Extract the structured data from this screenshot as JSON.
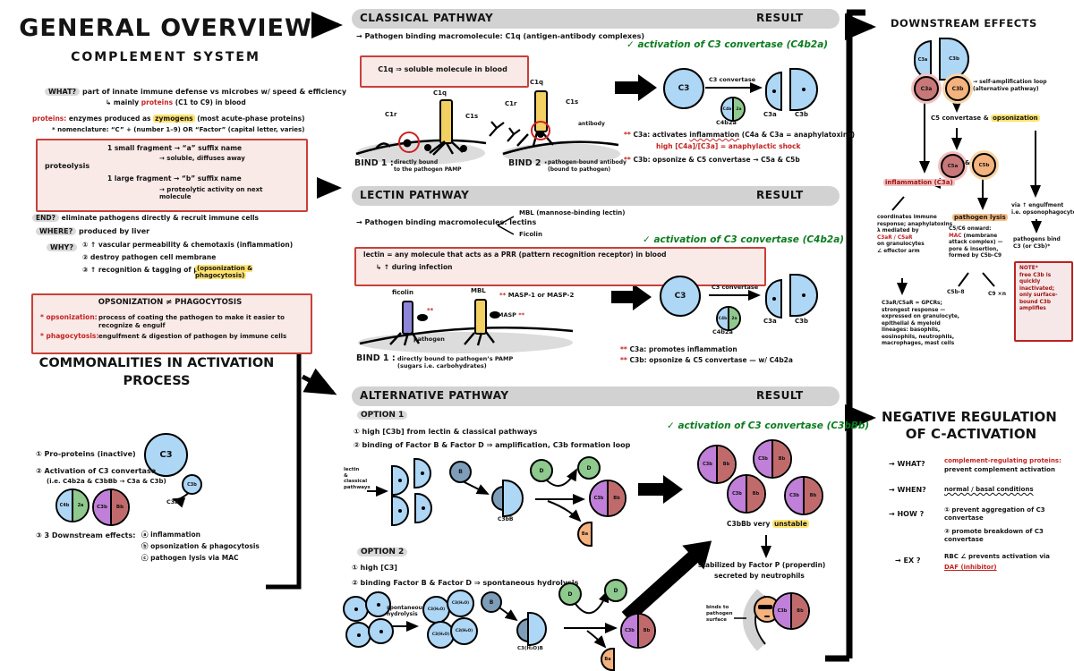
{
  "title": {
    "main": "GENERAL OVERVIEW",
    "sub": "COMPLEMENT SYSTEM"
  },
  "intro": {
    "what_q": "WHAT?",
    "what_a": "part of innate immune defense vs microbes w/ speed & efficiency",
    "what_b1": "↳ mainly",
    "what_b_red": "proteins",
    "what_b2": "(C1 to C9) in blood",
    "prot_red": "proteins:",
    "prot_a": "enzymes produced as",
    "prot_hl": "zymogens",
    "prot_b": "(most acute-phase proteins)",
    "nomen": "* nomenclature: “C” + (number 1–9)  OR  “Factor” (capital letter, varies)"
  },
  "proteo": {
    "root": "proteolysis",
    "s1": "1 small fragment → “a” suffix name",
    "s2": "→ soluble, diffuses away",
    "l1": "1 large fragment → “b” suffix name",
    "l2": "→ proteolytic activity on next molecule",
    "end_q": "END?",
    "end_a": "eliminate pathogens directly & recruit immune cells",
    "where_q": "WHERE?",
    "where_a": "produced by liver"
  },
  "why": {
    "q": "WHY?",
    "i1": "① ↑ vascular permeability & chemotaxis (inflammation)",
    "i2": "② destroy pathogen cell membrane",
    "i3": "③ ↑ recognition & tagging of pathogens",
    "i3_hl": "(opsonization & phagocytosis)"
  },
  "ovp": {
    "title": "OPSONIZATION ≠ PHAGOCYTOSIS",
    "t1": "* opsonization:",
    "d1": "process of coating the pathogen to make it easier to recognize & engulf",
    "t2": "* phagocytosis:",
    "d2": "engulfment & digestion of pathogen by immune cells"
  },
  "common": {
    "t1": "COMMONALITIES IN ACTIVATION",
    "t2": "PROCESS",
    "s1": "① Pro-proteins (inactive)",
    "s2a": "② Activation of C3 convertase",
    "s2b": "(i.e. C4b2a & C3bBb → C3a & C3b)",
    "s3": "③ 3 Downstream effects:",
    "a": "ⓐ inflammation",
    "b": "ⓑ opsonization & phagocytosis",
    "c": "ⓒ pathogen lysis via MAC"
  },
  "classical": {
    "bar": "CLASSICAL PATHWAY",
    "result": "RESULT",
    "intro": "→ Pathogen binding macromolecule: C1q  (antigen-antibody complexes)",
    "box": "C1q ⇒ soluble molecule in blood",
    "bind1": "BIND 1 :",
    "bind1_d1": "directly bound",
    "bind1_d2": "to the pathogen PAMP",
    "bind2": "BIND 2 ·",
    "bind2_d1": "pathogen-bound antibody",
    "bind2_d2": "(bound to pathogen)",
    "check": "✓ activation of C3 convertase (C4b2a)",
    "conv_label": "C3 convertase",
    "conv_name": "C4b2a",
    "stars": "**",
    "n1a": "C3a: activates",
    "n1_u": "inflammation",
    "n1b": "(C4a & C3a = anaphylatoxins)",
    "n1_red": "high [C4a]/[C3a] = anaphylactic shock",
    "n2": "C3b: opsonize & C5 convertase → C5a & C5b"
  },
  "lectin": {
    "bar": "LECTIN PATHWAY",
    "result": "RESULT",
    "intro": "→ Pathogen binding macromolecules:  lectins",
    "br1": "MBL (mannose-binding lectin)",
    "br2": "Ficolin",
    "box1": "lectin = any molecule that acts as a PRR (pattern recognition receptor) in blood",
    "box2": "↳ ↑ during infection",
    "ficolin": "ficolin",
    "mbl": "MBL",
    "stars": "**",
    "masp_note": "MASP-1 or MASP-2",
    "masp": "MASP",
    "pathogen": "pathogen",
    "bind1": "BIND 1 :",
    "bind1_d1": "directly bound to pathogen’s PAMP",
    "bind1_d2": "(sugars i.e. carbohydrates)",
    "check": "✓ activation of C3 convertase (C4b2a)",
    "conv_label": "C3 convertase",
    "conv_name": "C4b2a",
    "n1": "C3a: promotes inflammation",
    "n2": "C3b: opsonize & C5 convertase — w/ C4b2a"
  },
  "alt": {
    "bar": "ALTERNATIVE PATHWAY",
    "result": "RESULT",
    "opt1": "OPTION 1",
    "o1a": "① high [C3b] from lectin & classical pathways",
    "o1b": "② binding of Factor B & Factor D ⇒ amplification, C3b formation loop",
    "src1": "lectin",
    "src2": "&",
    "src3": "classical",
    "src4": "pathways",
    "c3bb": "C3bB",
    "opt2": "OPTION 2",
    "o2a": "① high [C3]",
    "o2b": "② binding Factor B & Factor D ⇒ spontaneous hydrolysis",
    "sp1": "spontaneous",
    "sp2": "hydrolysis",
    "c3h2ob": "C3(H₂O)B",
    "check": "✓ activation of C3 convertase (C3bBb)",
    "unst_a": "C3bBb very",
    "unst_hl": "unstable",
    "stab1": "stabilized by Factor P (properdin)",
    "stab2": "secreted by neutrophils",
    "binds1": "binds to",
    "binds2": "pathogen",
    "binds3": "surface"
  },
  "down": {
    "title": "DOWNSTREAM EFFECTS",
    "selfamp1": "→ self-amplification loop",
    "selfamp2": "(alternative pathway)",
    "c5conv": "C5 convertase",
    "amp": "&",
    "opson": "opsonization",
    "infl": "inflammation (C3a)",
    "L1": "coordinates immune",
    "L2": "response; anaphylatoxins",
    "L3": "λ mediated by",
    "L4": "C3aR / C5aR",
    "L5": "on granulocytes",
    "L6": "∠ effector arm",
    "M1": "C3aR/C5aR = GPCRs;",
    "M2": "strongest response —",
    "M3": "expressed on granulocyte,",
    "M4": "epithelial & myeloid",
    "M5": "lineages: basophils,",
    "M6": "eosinophils, neutrophils,",
    "M7": "macrophages, mast cells",
    "lysis": "pathogen lysis",
    "P1": "C5/C6 onward:",
    "P2mac": "MAC",
    "P2": "(membrane",
    "P3": "attack complex) —",
    "P4": "pore & insertion,",
    "P5": "formed by C5b–C9",
    "b1": "C5b-8",
    "b2": "C9 ×n",
    "R1": "via ↑ engulfment",
    "R2": "i.e. opsonophagocytosis",
    "R3": "pathogens bind",
    "R4": "C3 (or C3b)*",
    "note1": "NOTE*",
    "note2": "free C3b is",
    "note3": "quickly",
    "note4": "inactivated;",
    "note5": "only surface-",
    "note6": "bound C3b",
    "note7": "amplifies"
  },
  "neg": {
    "t1": "NEGATIVE REGULATION",
    "t2": "OF C-ACTIVATION",
    "q1": "→ WHAT?",
    "a1r": "complement-regulating proteins:",
    "a1": "prevent complement activation",
    "q2": "→ WHEN?",
    "a2": "normal / basal conditions",
    "q3": "→ HOW ?",
    "a3a": "① prevent aggregation of C3 convertase",
    "a3b": "② promote breakdown of C3 convertase",
    "q4": "→ EX ?",
    "a4": "RBC ∠ prevents activation via",
    "a4r": "DAF (inhibitor)"
  },
  "labels": {
    "c3": "C3",
    "c3a": "C3a",
    "c3b": "C3b",
    "c4b": "C4b",
    "twoa": "2a",
    "bb": "Bb",
    "b": "B",
    "d": "D",
    "ba": "Ba",
    "c5a": "C5a",
    "c5b": "C5b",
    "c1q": "C1q",
    "c1r": "C1r",
    "c1s": "C1s",
    "antibody": "antibody",
    "c3h2o": "C3(H₂O)"
  }
}
